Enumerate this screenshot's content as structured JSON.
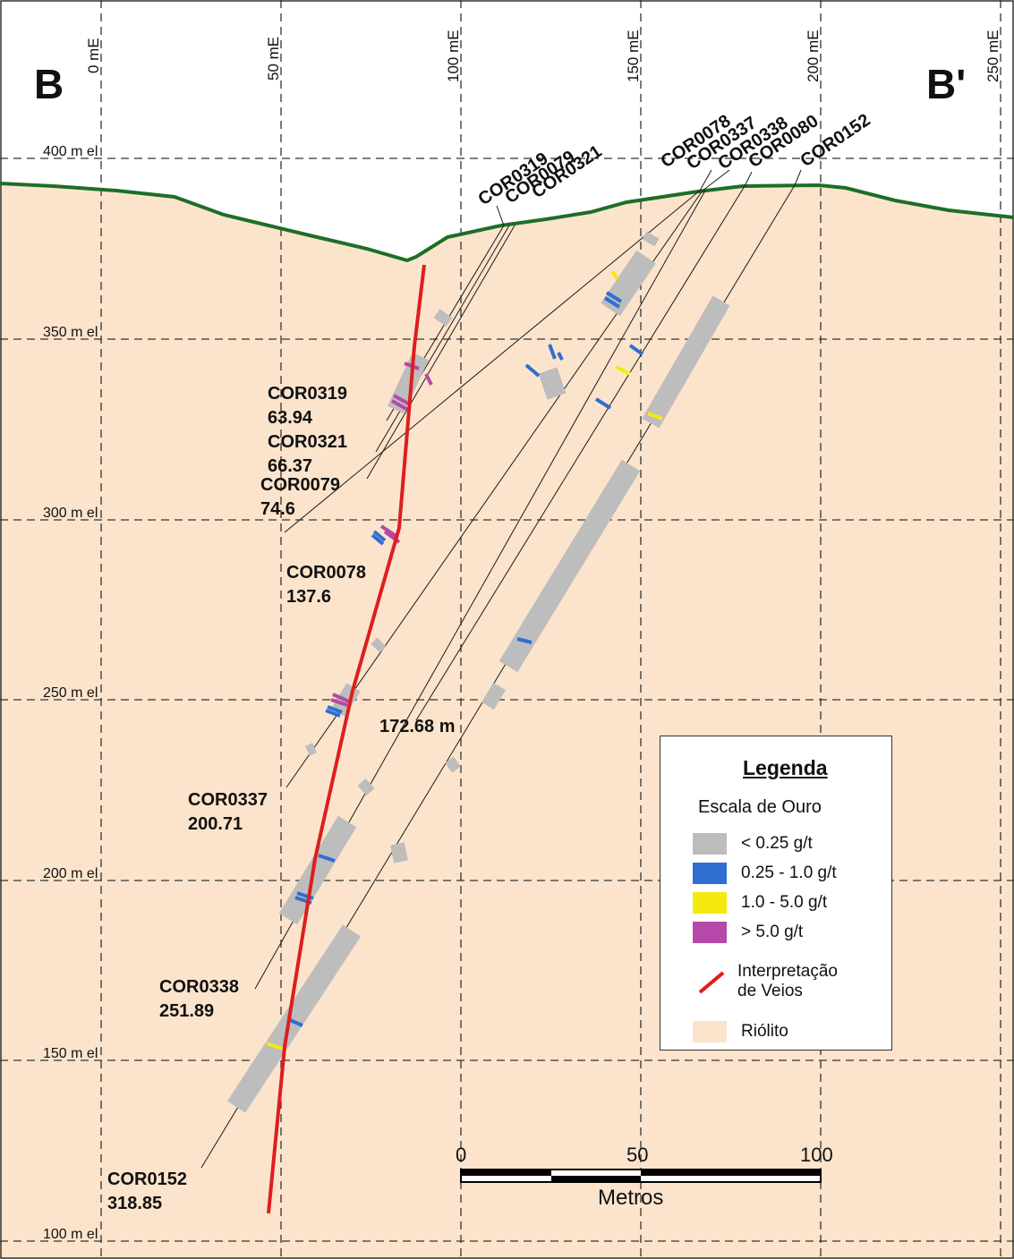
{
  "section": {
    "left_label": "B",
    "right_label": "B'",
    "easting_labels": [
      "0 mE",
      "50 mE",
      "100 mE",
      "150 mE",
      "200 mE",
      "250 mE"
    ],
    "elevation_labels": [
      "400 m el",
      "350 m el",
      "300 m el",
      "250 m el",
      "200 m el",
      "150 m el",
      "100 m el"
    ],
    "collar_labels": [
      "COR0319",
      "COR0079",
      "COR0321",
      "COR0078",
      "COR0337",
      "COR0338",
      "COR0080",
      "COR0152"
    ],
    "hole_annotations": [
      {
        "hole": "COR0319",
        "depth": "63.94"
      },
      {
        "hole": "COR0321",
        "depth": "66.37"
      },
      {
        "hole": "COR0079",
        "depth": "74.6"
      },
      {
        "hole": "COR0078",
        "depth": "137.6"
      },
      {
        "hole": "COR0337",
        "depth": "200.71"
      },
      {
        "hole": "COR0338",
        "depth": "251.89"
      },
      {
        "hole": "COR0152",
        "depth": "318.85"
      }
    ],
    "depth_label": "172.68 m",
    "scale_bar": {
      "ticks": [
        "0",
        "50",
        "100"
      ],
      "unit": "Metros"
    }
  },
  "legend": {
    "title": "Legenda",
    "subtitle": "Escala de Ouro",
    "items": [
      {
        "label": "< 0.25 g/t",
        "color": "#bdbdbd"
      },
      {
        "label": "0.25 - 1.0 g/t",
        "color": "#2e6fd1"
      },
      {
        "label": "1.0 - 5.0 g/t",
        "color": "#f5ea10"
      },
      {
        "label": "> 5.0 g/t",
        "color": "#b548a8"
      }
    ],
    "vein_label_line1": "Interpretação",
    "vein_label_line2": "de Veios",
    "rock_label": "Riólito",
    "vein_color": "#dd1e1e",
    "rock_color": "#fce4cc",
    "topo_color": "#1e6e28"
  }
}
